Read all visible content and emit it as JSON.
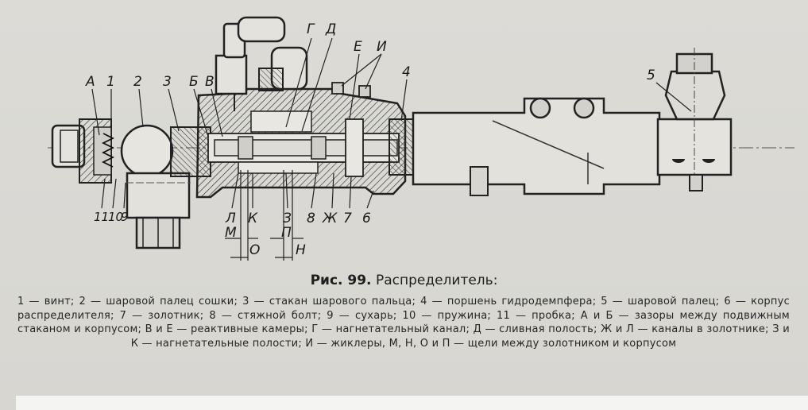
{
  "figure": {
    "labels_top": [
      "А",
      "1",
      "2",
      "3",
      "Б",
      "В",
      "Г",
      "Д",
      "Е",
      "И",
      "4",
      "5"
    ],
    "labels_bottom": [
      "11",
      "10",
      "9",
      "Л",
      "М",
      "К",
      "О",
      "З",
      "П",
      "Н",
      "8",
      "Ж",
      "7",
      "6"
    ]
  },
  "caption": {
    "number": "Рис. 99.",
    "title": "Распределитель:"
  },
  "legend": {
    "text": "1 — винт; 2 — шаровой палец сошки; 3 — стакан шарового пальца; 4 — поршень гидродемпфера; 5 — шаровой палец; 6 — корпус распределителя; 7 — золотник; 8 — стяжной болт; 9 — сухарь; 10 — пружина; 11 — пробка; А и Б — зазоры между подвижным стаканом и корпусом; В и Е — реактивные камеры; Г — нагнетательный канал; Д — сливная полость; Ж и Л — каналы в золотнике; З и К — нагнетательные полости; И — жиклеры, М, Н, О и П — щели между золотником и корпусом"
  }
}
